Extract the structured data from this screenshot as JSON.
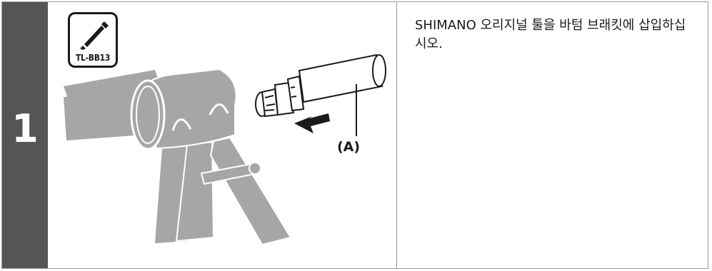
{
  "step": {
    "number": "1",
    "tool_code": "TL-BB13",
    "callout": "(A)",
    "instruction": "SHIMANO 오리지널 툴을 바텀 브래킷에 삽입하십시오."
  },
  "colors": {
    "step_bar": "#555555",
    "frame_tube": "#a6a6a6",
    "line": "#1a1a1a"
  },
  "icons": [
    "tool-icon",
    "arrow-left-icon"
  ]
}
